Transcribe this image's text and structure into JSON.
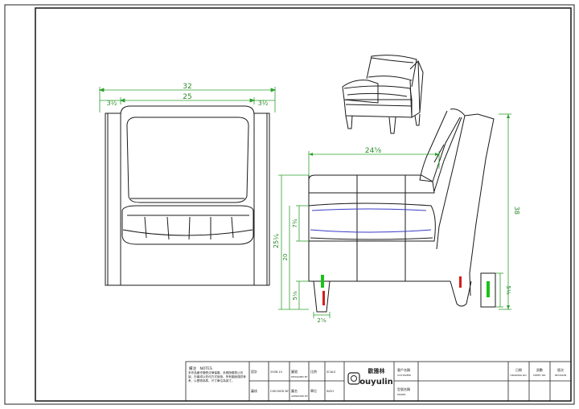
{
  "colors": {
    "line": "#1a1a1a",
    "dimension": "#2ea02e",
    "cushion_accent": "#3a3ac8",
    "leg_marker_green": "#19c219",
    "leg_marker_red": "#d41c1c"
  },
  "front_view": {
    "dimensions": {
      "overall_width": "32",
      "inner_width": "25",
      "left_arm_width": "3½",
      "right_arm_width": "3½"
    }
  },
  "side_view": {
    "dimensions": {
      "depth": "24⅝",
      "overall_height": "38",
      "seat_height": "20",
      "seat_cushion": "7¾",
      "arm_height": "25¼",
      "leg_height": "5⅛",
      "leg_width": "2⅝",
      "leg_detail_height": "5⅛"
    }
  },
  "title_block": {
    "notes_label": "備注　NOTES",
    "notes_text": "本作品著作權受法律保護，未經授權禁止仿製、抄襲或以任何方式使用。所有圖紙僅供參考，以實物為準。尺寸單位為英寸。",
    "fields": {
      "drawn_label": "設計",
      "drawn_value": "2008.10",
      "check_label": "審核",
      "check_value": "CHECKED BY",
      "design_label": "圖號",
      "design_value": "DESIGNED BY",
      "approve_label": "圖名",
      "approve_value": "APPROVED BY",
      "scale_label": "比例",
      "scale_value": "SCALE",
      "unit_label": "單位",
      "unit_value": "INCH"
    },
    "logo_text_cn": "歐雅林",
    "logo_text_en": "ouyulin",
    "customer_label": "客戶名稱",
    "customer_sub": "CUSTOMER",
    "model_label": "型號名稱",
    "model_sub": "MODEL",
    "right_cells": [
      {
        "label": "日期",
        "sub": "DRAWING NO."
      },
      {
        "label": "頁數",
        "sub": "SHEET NO."
      },
      {
        "label": "版次",
        "sub": "REVISION"
      }
    ]
  }
}
